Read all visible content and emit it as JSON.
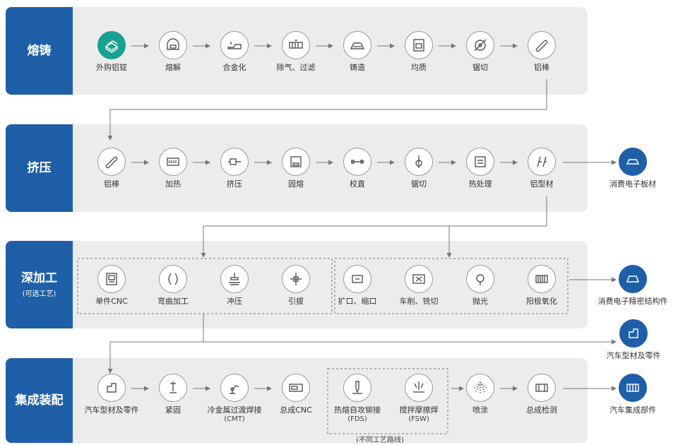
{
  "colors": {
    "band": "#ececec",
    "accent": "#1f5fa8",
    "teal": "#1aa08f",
    "line": "#777777"
  },
  "rows": [
    {
      "label": "熔铸",
      "steps": [
        {
          "label": "外购铝锭",
          "icon": "ingot-icon"
        },
        {
          "label": "熔解",
          "icon": "furnace-icon"
        },
        {
          "label": "合金化",
          "icon": "alloy-icon"
        },
        {
          "label": "除气、过滤",
          "icon": "degas-filter-icon"
        },
        {
          "label": "铸造",
          "icon": "casting-icon"
        },
        {
          "label": "均质",
          "icon": "homogenize-icon"
        },
        {
          "label": "锯切",
          "icon": "saw-blade-icon"
        },
        {
          "label": "铝棒",
          "icon": "rod-icon"
        }
      ]
    },
    {
      "label": "挤压",
      "steps": [
        {
          "label": "铝棒",
          "icon": "rod-icon"
        },
        {
          "label": "加热",
          "icon": "heater-icon"
        },
        {
          "label": "挤压",
          "icon": "extrusion-icon"
        },
        {
          "label": "固熔",
          "icon": "solution-oven-icon"
        },
        {
          "label": "校直",
          "icon": "straighten-icon"
        },
        {
          "label": "锯切",
          "icon": "saw-icon"
        },
        {
          "label": "热处理",
          "icon": "heat-treat-icon"
        },
        {
          "label": "铝型材",
          "icon": "profile-icon"
        }
      ],
      "output": {
        "label": "消费电子板材",
        "icon": "plate-icon"
      }
    },
    {
      "label": "深加工",
      "sublabel": "(可选工艺)",
      "steps": [
        {
          "label": "单件CNC",
          "icon": "cnc-icon"
        },
        {
          "label": "弯曲加工",
          "icon": "bending-icon"
        },
        {
          "label": "冲压",
          "icon": "press-icon"
        },
        {
          "label": "引拔",
          "icon": "drawing-icon"
        },
        {
          "label": "扩口、缩口",
          "icon": "flaring-icon"
        },
        {
          "label": "车削、铣切",
          "icon": "milling-icon"
        },
        {
          "label": "抛光",
          "icon": "polish-icon"
        },
        {
          "label": "阳极氧化",
          "icon": "anodize-icon"
        }
      ],
      "output": {
        "label": "消费电子精密结构件",
        "icon": "precision-part-icon"
      },
      "output2": {
        "label": "汽车型材及零件",
        "icon": "auto-part-icon"
      }
    },
    {
      "label": "集成装配",
      "steps": [
        {
          "label": "汽车型材及零件",
          "icon": "auto-part-icon"
        },
        {
          "label": "紧固",
          "icon": "fastening-icon"
        },
        {
          "label": "冷金属过渡焊接",
          "sub": "(CMT)",
          "icon": "robot-weld-icon"
        },
        {
          "label": "总成CNC",
          "icon": "assembly-cnc-icon"
        },
        {
          "label": "热熔自攻铆接",
          "sub": "(FDS)",
          "icon": "fds-icon"
        },
        {
          "label": "搅拌摩擦焊",
          "sub": "(FSW)",
          "icon": "fsw-icon"
        },
        {
          "label": "喷涂",
          "icon": "spray-icon"
        },
        {
          "label": "总成检测",
          "icon": "inspection-icon"
        }
      ],
      "output": {
        "label": "汽车集成部件",
        "icon": "battery-tray-icon"
      },
      "note": "(不同工艺路线)"
    }
  ]
}
